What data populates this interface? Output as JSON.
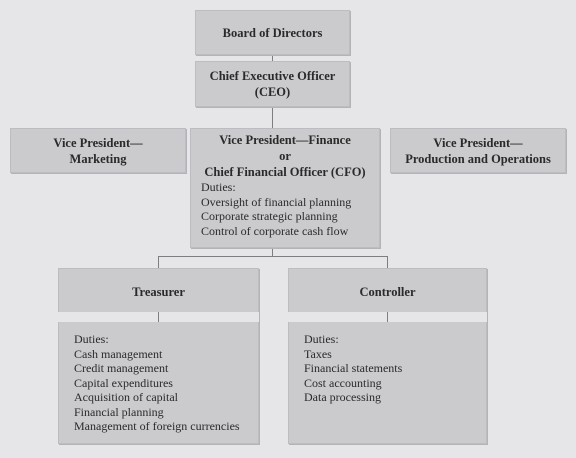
{
  "board": {
    "title": "Board of Directors"
  },
  "ceo": {
    "line1": "Chief Executive Officer",
    "line2": "(CEO)"
  },
  "vp_marketing": {
    "line1": "Vice President—",
    "line2": "Marketing"
  },
  "vp_finance": {
    "line1": "Vice President—Finance",
    "line2": "or",
    "line3": "Chief Financial Officer (CFO)",
    "duties_label": "Duties:",
    "duties": [
      "Oversight of financial planning",
      "Corporate strategic planning",
      "Control of corporate cash flow"
    ]
  },
  "vp_production": {
    "line1": "Vice President—",
    "line2": "Production and Operations"
  },
  "treasurer": {
    "title": "Treasurer",
    "duties_label": "Duties:",
    "duties": [
      "Cash management",
      "Credit management",
      "Capital expenditures",
      "Acquisition of capital",
      "Financial planning",
      "Management of foreign currencies"
    ]
  },
  "controller": {
    "title": "Controller",
    "duties_label": "Duties:",
    "duties": [
      "Taxes",
      "Financial statements",
      "Cost accounting",
      "Data processing"
    ]
  },
  "colors": {
    "box": "#cbcacd",
    "background": "#e6e6e8",
    "connector": "#7d7d82"
  }
}
